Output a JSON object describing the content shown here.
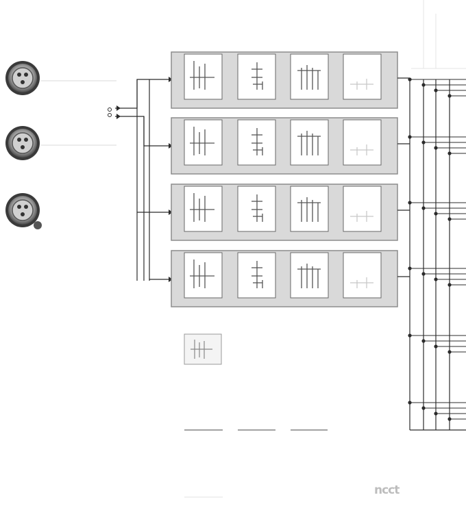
{
  "diagram": {
    "connectors": [
      {
        "id": "xlr-connector-1",
        "pins": 3
      },
      {
        "id": "xlr-connector-2",
        "pins": 3
      },
      {
        "id": "xlr-connector-3",
        "pins": 3
      }
    ],
    "channel_strips": 4,
    "modules_per_strip": 4,
    "output_bus_lines": 4,
    "colors": {
      "strip_fill": "#d9d9d9",
      "strip_border": "#8c8c8c",
      "module_fill": "#ffffff",
      "wire": "#2b2b2b"
    }
  },
  "watermark": {
    "text": "ncct"
  }
}
